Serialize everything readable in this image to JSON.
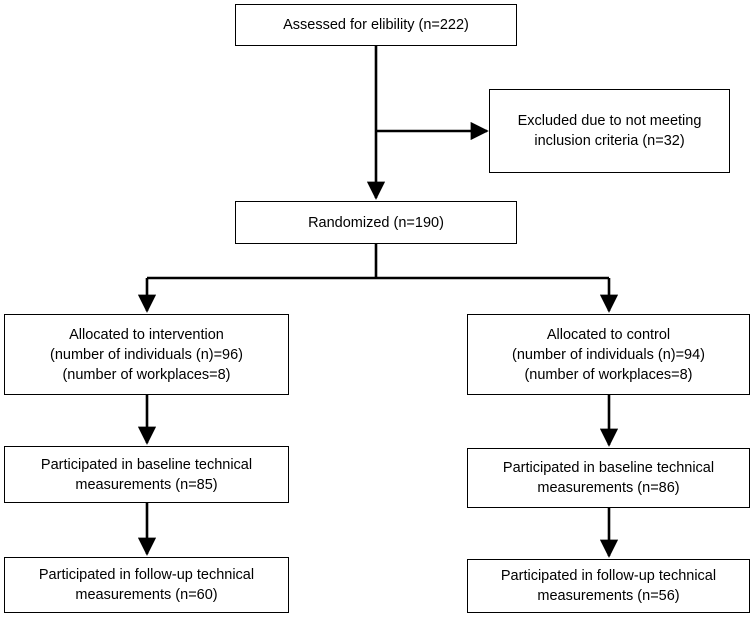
{
  "boxes": {
    "assessed": [
      "Assessed for elibility (n=222)"
    ],
    "excluded": [
      "Excluded due to not meeting",
      "inclusion criteria (n=32)"
    ],
    "randomized": [
      "Randomized (n=190)"
    ],
    "alloc_intervention": [
      "Allocated to intervention",
      "(number of individuals (n)=96)",
      "(number of workplaces=8)"
    ],
    "alloc_control": [
      "Allocated to control",
      "(number of individuals (n)=94)",
      "(number of workplaces=8)"
    ],
    "baseline_intervention": [
      "Participated in baseline technical",
      "measurements (n=85)"
    ],
    "baseline_control": [
      "Participated in baseline technical",
      "measurements (n=86)"
    ],
    "followup_intervention": [
      "Participated in follow-up technical",
      "measurements (n=60)"
    ],
    "followup_control": [
      "Participated in follow-up technical",
      "measurements (n=56)"
    ]
  }
}
